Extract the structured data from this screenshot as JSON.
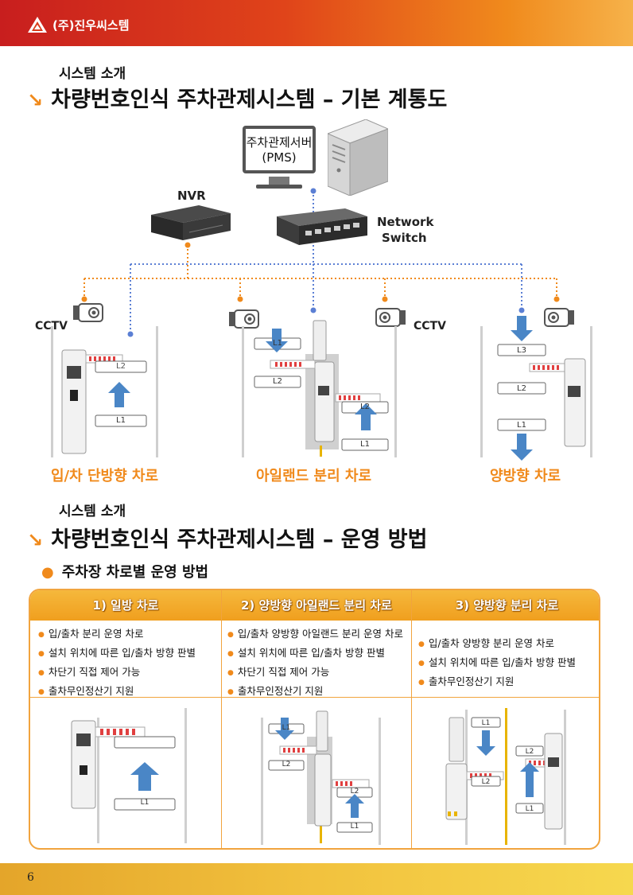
{
  "header": {
    "company": "(주)진우씨스템"
  },
  "section1": {
    "label": "시스템 소개",
    "title": "차량번호인식 주차관제시스템 – 기본 계통도"
  },
  "diagram": {
    "server_label": "주차관제서버\n(PMS)",
    "nvr_label": "NVR",
    "switch_label": "Network\nSwitch",
    "cctv_left": "CCTV",
    "cctv_right": "CCTV",
    "lanes": [
      "입/차 단방향 차로",
      "아일랜드 분리 차로",
      "양방향 차로"
    ],
    "loops": {
      "l1": "L1",
      "l2": "L2",
      "l3": "L3"
    }
  },
  "section2": {
    "label": "시스템 소개",
    "title": "차량번호인식 주차관제시스템 – 운영 방법",
    "subtitle": "주차장 차로별 운영 방법"
  },
  "table": {
    "columns": [
      {
        "header": "1) 일방 차로",
        "bullets": [
          "입/출차 분리 운영 차로",
          "설치 위치에 따른 입/출차 방향 판별",
          "차단기 직접 제어 가능",
          "출차무인정산기 지원"
        ]
      },
      {
        "header": "2) 양방향 아일랜드 분리 차로",
        "bullets": [
          "입/출차 양방향 아일랜드 분리 운영 차로",
          "설치 위치에 따른 입/출차 방향 판별",
          "차단기 직접 제어 가능",
          "출차무인정산기 지원"
        ]
      },
      {
        "header": "3) 양방향 분리 차로",
        "bullets": [
          "입/출차 양방향 분리 운영 차로",
          "설치 위치에 따른 입/출차 방향 판별",
          "출차무인정산기 지원"
        ]
      }
    ]
  },
  "colors": {
    "accent": "#f08a1c",
    "arrow": "#4a86c6",
    "dotted_blue": "#5b7fd4",
    "dotted_orange": "#f08a1c"
  },
  "footer": {
    "page": "6"
  }
}
